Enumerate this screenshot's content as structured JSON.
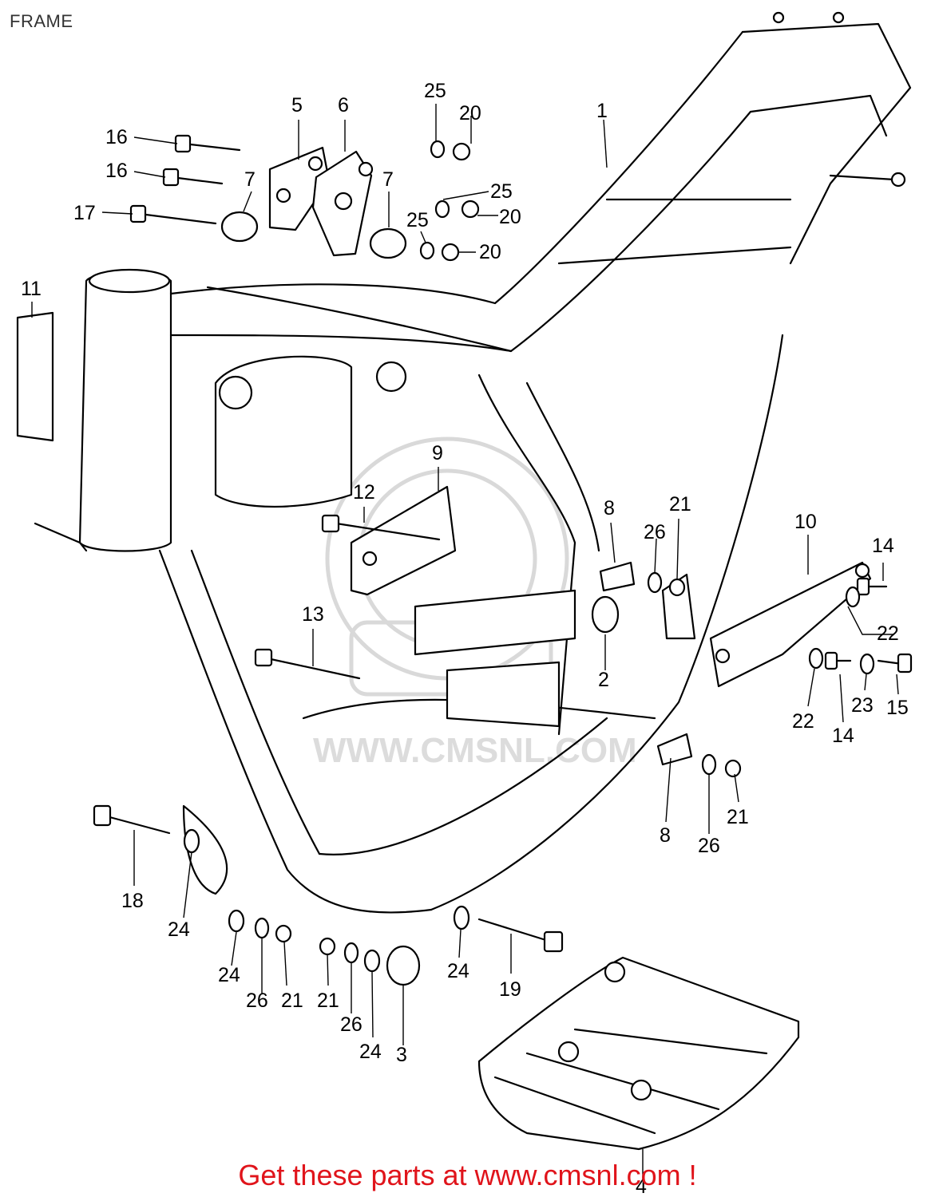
{
  "title": "FRAME",
  "footer": "Get these parts at www.cmsnl.com !",
  "watermark": "WWW.CMSNL.COM",
  "callouts": [
    {
      "id": "c1",
      "text": "1"
    },
    {
      "id": "c2",
      "text": "2"
    },
    {
      "id": "c3",
      "text": "3"
    },
    {
      "id": "c4",
      "text": "4"
    },
    {
      "id": "c5",
      "text": "5"
    },
    {
      "id": "c6",
      "text": "6"
    },
    {
      "id": "c7a",
      "text": "7"
    },
    {
      "id": "c7b",
      "text": "7"
    },
    {
      "id": "c8a",
      "text": "8"
    },
    {
      "id": "c8b",
      "text": "8"
    },
    {
      "id": "c9",
      "text": "9"
    },
    {
      "id": "c10",
      "text": "10"
    },
    {
      "id": "c11",
      "text": "11"
    },
    {
      "id": "c12",
      "text": "12"
    },
    {
      "id": "c13",
      "text": "13"
    },
    {
      "id": "c14a",
      "text": "14"
    },
    {
      "id": "c14b",
      "text": "14"
    },
    {
      "id": "c15",
      "text": "15"
    },
    {
      "id": "c16a",
      "text": "16"
    },
    {
      "id": "c16b",
      "text": "16"
    },
    {
      "id": "c17",
      "text": "17"
    },
    {
      "id": "c18",
      "text": "18"
    },
    {
      "id": "c19",
      "text": "19"
    },
    {
      "id": "c20a",
      "text": "20"
    },
    {
      "id": "c20b",
      "text": "20"
    },
    {
      "id": "c20c",
      "text": "20"
    },
    {
      "id": "c21a",
      "text": "21"
    },
    {
      "id": "c21b",
      "text": "21"
    },
    {
      "id": "c21c",
      "text": "21"
    },
    {
      "id": "c21d",
      "text": "21"
    },
    {
      "id": "c22a",
      "text": "22"
    },
    {
      "id": "c22b",
      "text": "22"
    },
    {
      "id": "c23",
      "text": "23"
    },
    {
      "id": "c24a",
      "text": "24"
    },
    {
      "id": "c24b",
      "text": "24"
    },
    {
      "id": "c24c",
      "text": "24"
    },
    {
      "id": "c24d",
      "text": "24"
    },
    {
      "id": "c25a",
      "text": "25"
    },
    {
      "id": "c25b",
      "text": "25"
    },
    {
      "id": "c25c",
      "text": "25"
    },
    {
      "id": "c26a",
      "text": "26"
    },
    {
      "id": "c26b",
      "text": "26"
    },
    {
      "id": "c26c",
      "text": "26"
    },
    {
      "id": "c26d",
      "text": "26"
    }
  ]
}
